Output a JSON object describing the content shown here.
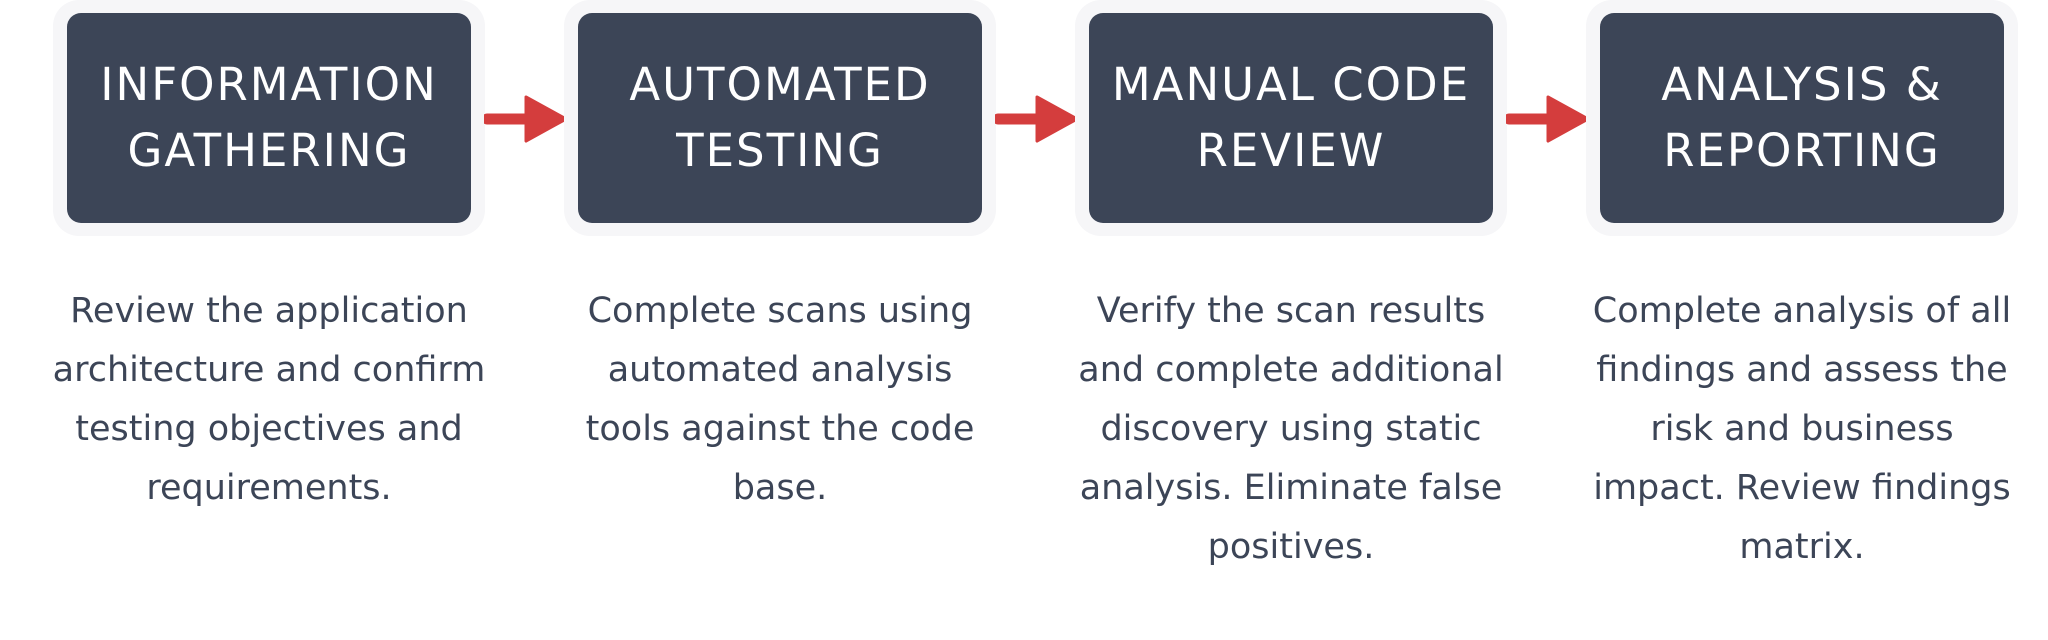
{
  "colors": {
    "box_fill": "#3c4557",
    "box_halo": "#f6f6f8",
    "title_text": "#ffffff",
    "desc_text": "#3c4557",
    "arrow": "#d43d3d"
  },
  "steps": [
    {
      "title": "INFORMATION GATHERING",
      "description": "Review the application architecture and confirm testing objectives and requirements."
    },
    {
      "title": "AUTOMATED TESTING",
      "description": "Complete scans using automated analysis tools against the code base."
    },
    {
      "title": "MANUAL CODE REVIEW",
      "description": "Verify the scan results and complete additional discovery using static analysis. Eliminate false positives."
    },
    {
      "title": "ANALYSIS & REPORTING",
      "description": "Complete analysis of all findings and assess the risk and business impact. Review findings matrix."
    }
  ],
  "arrows": [
    {
      "icon": "arrow-right-icon"
    },
    {
      "icon": "arrow-right-icon"
    },
    {
      "icon": "arrow-right-icon"
    }
  ]
}
